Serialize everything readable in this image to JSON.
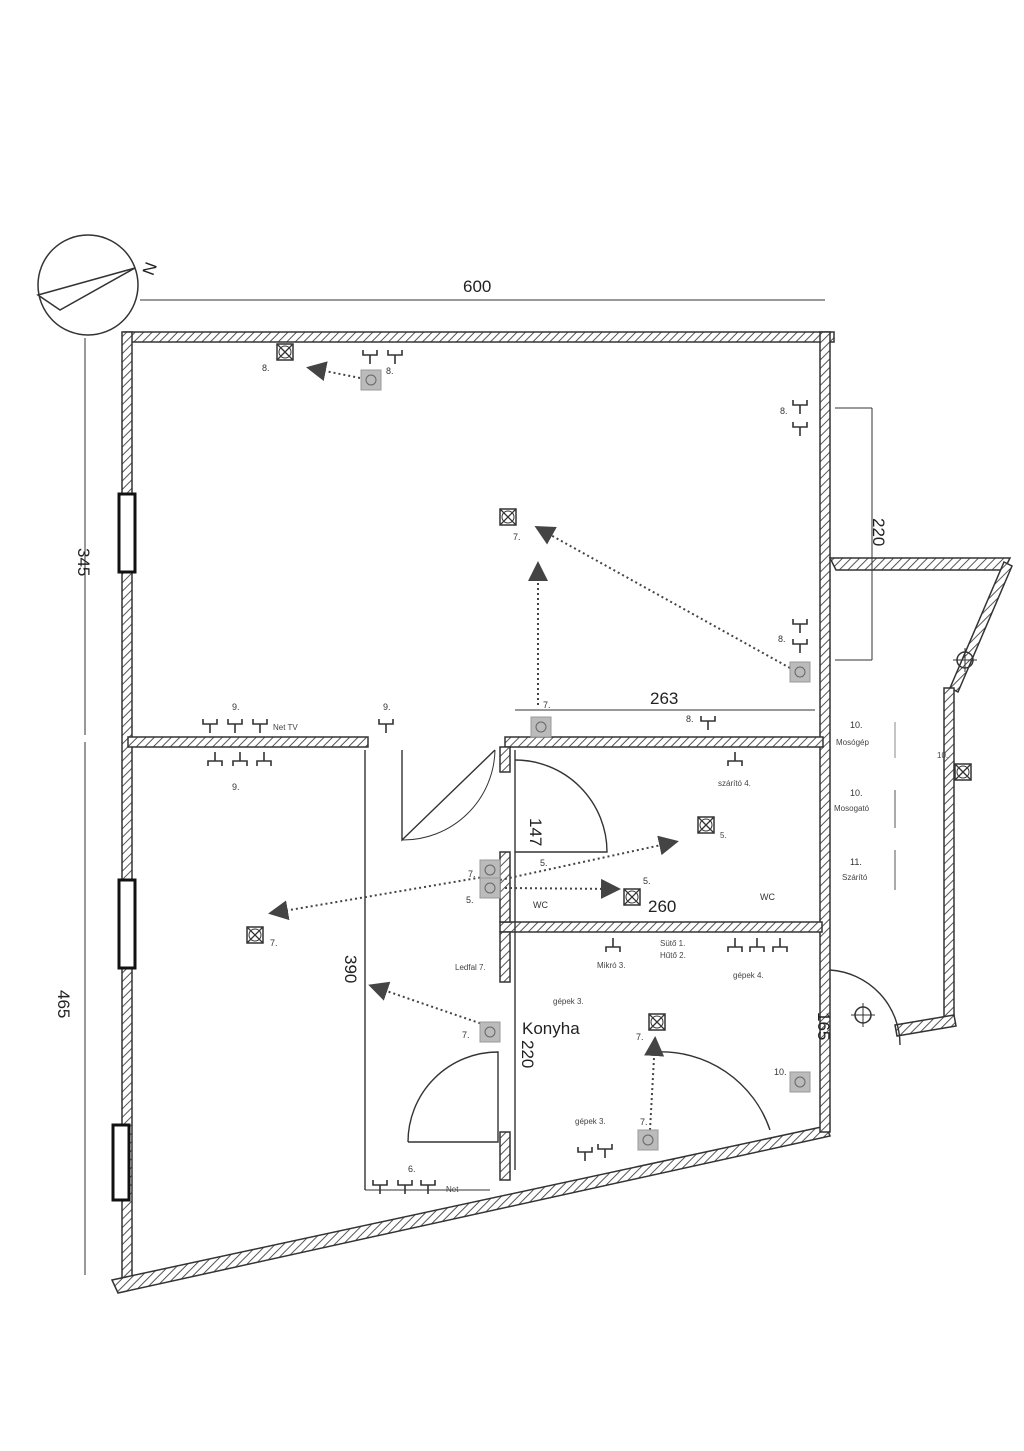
{
  "dimensions": {
    "top_width": "600",
    "left_upper": "345",
    "left_lower": "465",
    "right_balcony": "220",
    "hall_width": "263",
    "bath_height": "147",
    "hall_length": "390",
    "wc_width": "260",
    "kitchen_height": "220",
    "entry": "165"
  },
  "rooms": {
    "kitchen": "Konyha",
    "wc_left": "WC",
    "wc_right": "WC"
  },
  "fixtures": {
    "lamp_top_num": "8.",
    "outlets_top_num": "8.",
    "outlet_right_upper_num": "8.",
    "lamp_center_num": "7.",
    "outlet_right_lower_num": "8.",
    "switch_hall_num": "7.",
    "outlet_hall_num": "8.",
    "net_tv_top_num": "9.",
    "net_tv_label": "Net TV",
    "outlet_door_num": "9.",
    "outlets_lower_num": "9.",
    "bath_outlet_label": "szárító 4.",
    "bath_lamp_num": "5.",
    "bath_switch_a": "5.",
    "bath_switch_b": "5.",
    "switch_room_num": "7.",
    "switch_room_num2": "5.",
    "wc_lamp_num": "5.",
    "room_lamp_num": "7.",
    "fridge_label": "Ledfal 7.",
    "micro_label": "Mikró 3.",
    "oven_label": "Sütő 1.",
    "cooler_label": "Hűtő 2.",
    "machines4_label": "gépek 4.",
    "machines3_top_label": "gépek 3.",
    "kitchen_switch_num": "7.",
    "kitchen_lamp_num": "7.",
    "kitchen_switch2_num": "7.",
    "machines3_bottom_label": "gépek 3.",
    "entry_switch_num": "10.",
    "hall_outlets_num": "6.",
    "hall_net": "Net",
    "washer_num": "10.",
    "washer_label": "Mosógép",
    "sink_num": "10.",
    "sink_label": "Mosogató",
    "dryer_num": "11.",
    "dryer_label": "Szárító",
    "balcony_lamp_num": "10."
  },
  "compass": {
    "label": "N"
  }
}
